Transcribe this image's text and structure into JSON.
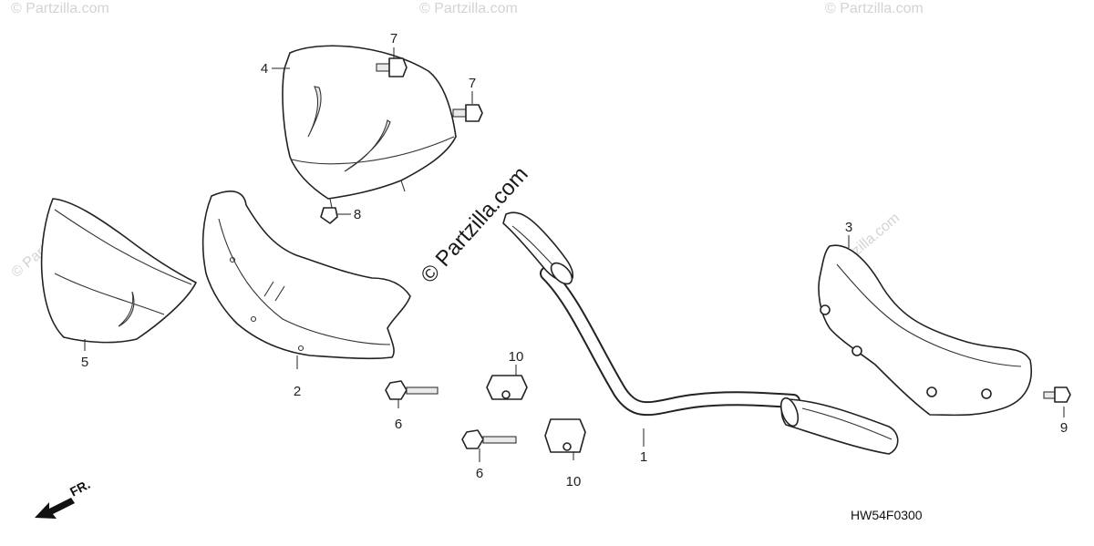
{
  "diagram": {
    "watermark": "© Partzilla.com",
    "diagram_code": "HW54F0300",
    "direction_label": "FR.",
    "callouts": {
      "p1": "1",
      "p2": "2",
      "p3": "3",
      "p4": "4",
      "p5": "5",
      "p6a": "6",
      "p6b": "6",
      "p7a": "7",
      "p7b": "7",
      "p8": "8",
      "p9": "9",
      "p10a": "10",
      "p10b": "10"
    }
  }
}
